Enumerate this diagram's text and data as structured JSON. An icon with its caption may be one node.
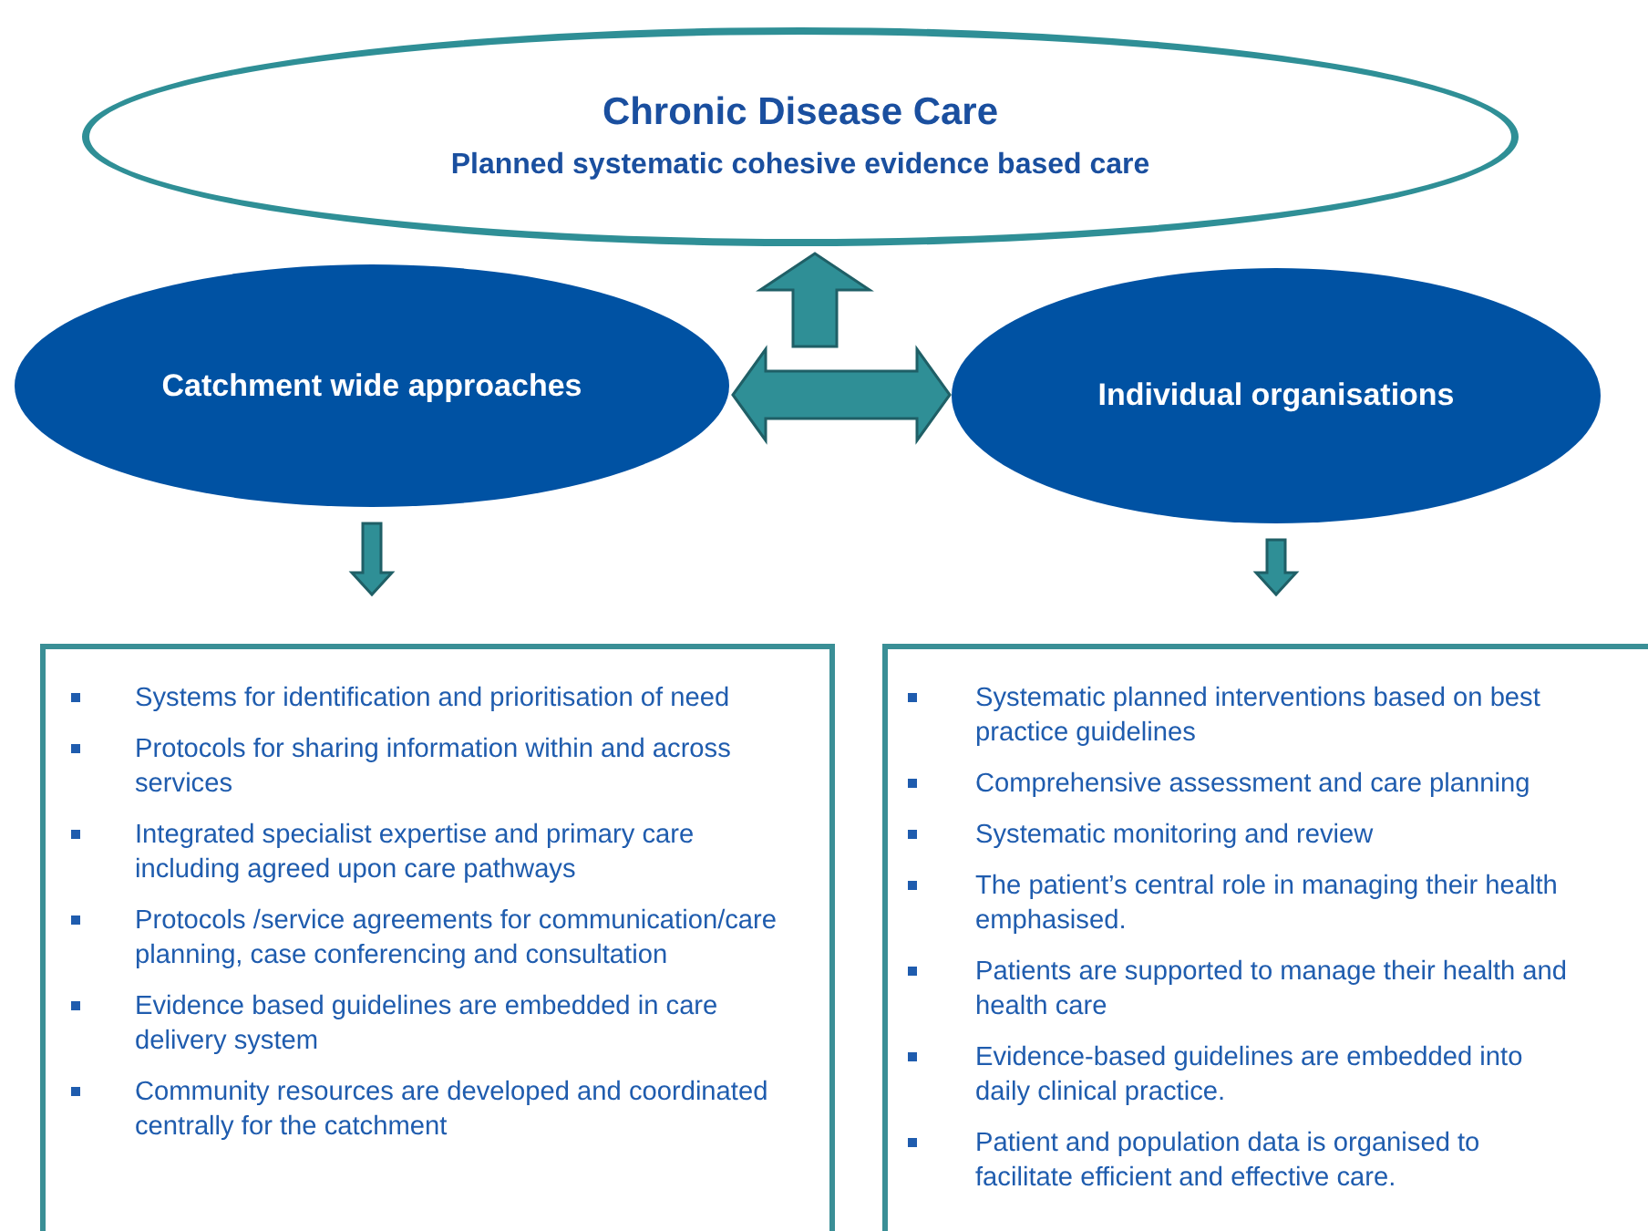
{
  "diagram": {
    "nodes": [
      {
        "text": [
          "Chronic Disease Care",
          "Planned systematic cohesive evidence based care"
        ]
      },
      {
        "text": [
          "Catchment wide approaches"
        ]
      },
      {
        "text": [
          "Individual organisations"
        ]
      },
      {
        "text": [
          "Systems for identification and prioritisation of need",
          "Protocols for sharing information within and across services",
          "Integrated specialist expertise and primary care including agreed upon care pathways",
          "Protocols /service agreements for communication/care planning, case conferencing and consultation",
          "Evidence based guidelines are embedded in care delivery system",
          "Community resources are developed and coordinated centrally for the catchment"
        ]
      },
      {
        "text": [
          "Systematic planned interventions based on best practice guidelines",
          "Comprehensive assessment  and care  planning",
          "Systematic monitoring and review",
          "The patient’s central role in managing their health emphasised.",
          "Patients are supported to manage their health and health care",
          "Evidence-based guidelines are embedded into daily clinical practice.",
          "Patient and population data is organised to facilitate efficient and effective care."
        ]
      }
    ],
    "edges": [
      {
        "from": 1,
        "to": 2,
        "arrow": "both"
      },
      {
        "from": null,
        "to": 0,
        "arrow": "to"
      },
      {
        "from": 1,
        "to": 3,
        "arrow": "to"
      },
      {
        "from": 2,
        "to": 4,
        "arrow": "to"
      }
    ]
  }
}
